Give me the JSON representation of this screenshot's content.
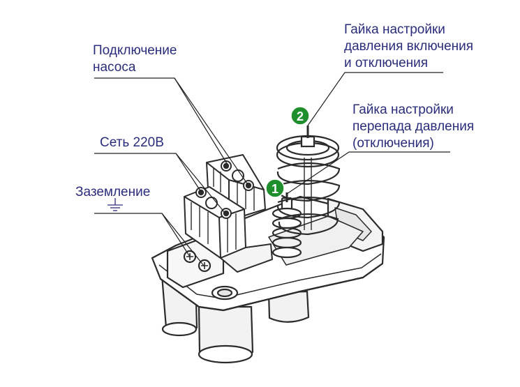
{
  "labels": {
    "pump_connection": [
      "Подключение",
      "насоса"
    ],
    "mains": "Сеть 220В",
    "grounding": "Заземление",
    "nut_onoff": [
      "Гайка настройки",
      "давления включения",
      "и отключения"
    ],
    "nut_diff": [
      "Гайка настройки",
      "перепада давления",
      "(отключения)"
    ]
  },
  "markers": [
    "1",
    "2"
  ],
  "colors": {
    "label_text": "#2a2d7c",
    "leader_line": "#222222",
    "marker_fill": "#1f8f2e",
    "outline": "#2b2b2b",
    "shade": "#e6e6e6"
  }
}
